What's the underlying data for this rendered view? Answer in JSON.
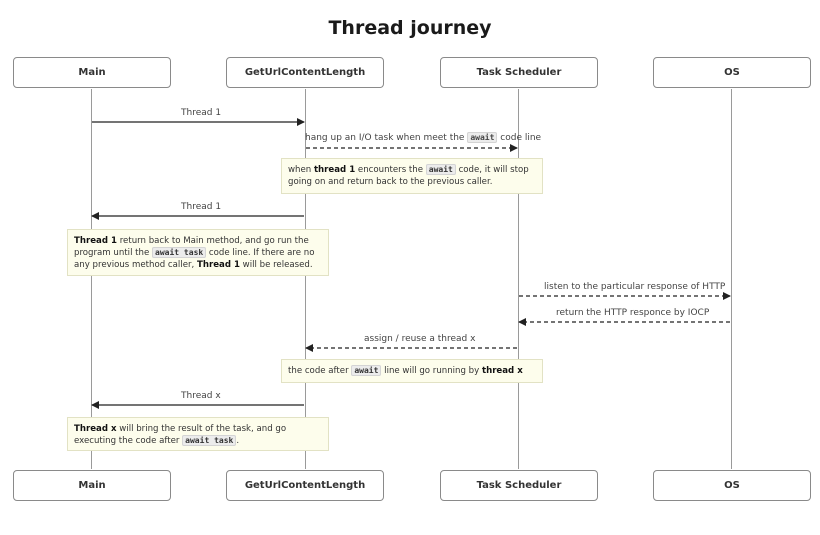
{
  "title": "Thread journey",
  "participants": [
    "Main",
    "GetUrlContentLength",
    "Task Scheduler",
    "OS"
  ],
  "messages": [
    {
      "label": "Thread 1",
      "from": "Main",
      "to": "GetUrlContentLength",
      "style": "solid"
    },
    {
      "label": "hang up an I/O task when meet the ",
      "code": "await",
      "label_after": " code line",
      "from": "GetUrlContentLength",
      "to": "Task Scheduler",
      "style": "dashed"
    },
    {
      "label": "Thread 1",
      "from": "GetUrlContentLength",
      "to": "Main",
      "style": "solid"
    },
    {
      "label": "listen to the particular response of HTTP",
      "from": "Task Scheduler",
      "to": "OS",
      "style": "dashed"
    },
    {
      "label": "return the HTTP responce by IOCP",
      "from": "OS",
      "to": "Task Scheduler",
      "style": "dashed"
    },
    {
      "label": "assign / reuse a thread x",
      "from": "Task Scheduler",
      "to": "GetUrlContentLength",
      "style": "dashed"
    },
    {
      "label": "Thread x",
      "from": "GetUrlContentLength",
      "to": "Main",
      "style": "solid"
    }
  ],
  "notes": {
    "n1": {
      "p1": "when ",
      "b1": "thread 1",
      "p2": " encounters the ",
      "code": "await",
      "p3": " code, it will stop going on and return back to the previous caller."
    },
    "n2": {
      "b1": "Thread 1",
      "p1": " return back to Main method, and go run the program until the ",
      "code": "await task",
      "p2": " code line. If there are no any previous method caller, ",
      "b2": "Thread 1",
      "p3": " will be released."
    },
    "n3": {
      "p1": "the code after ",
      "code": "await",
      "p2": " line will go running by ",
      "b1": "thread x"
    },
    "n4": {
      "b1": "Thread x",
      "p1": " will bring the result of the task, and go executing the code after ",
      "code": "await task",
      "p2": "."
    }
  },
  "colors": {
    "line": "#222222",
    "lifeline": "#9a9a9a",
    "note_bg": "#fdfdec",
    "note_border": "#e2e2c4"
  }
}
